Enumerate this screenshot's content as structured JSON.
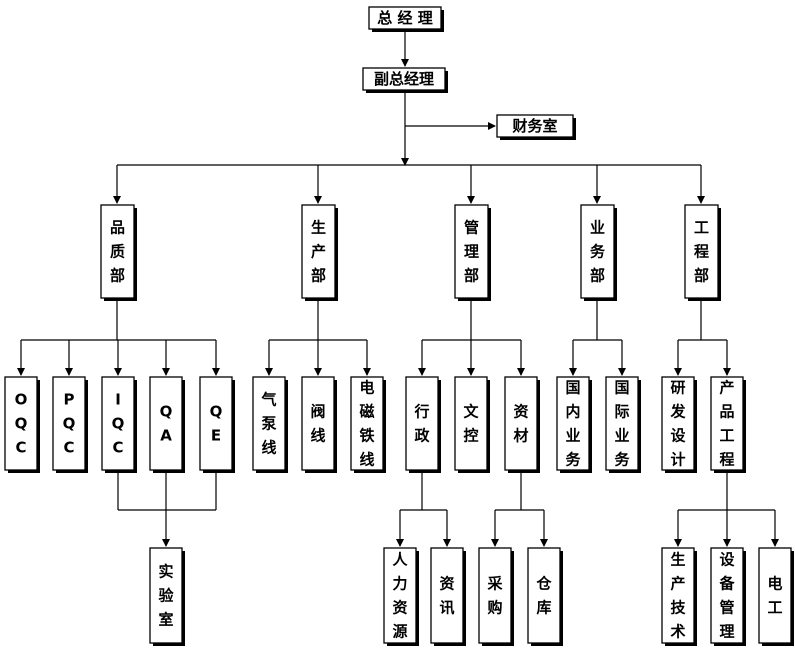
{
  "org_chart": {
    "gm": "总 经 理",
    "deputy_gm": "副总经理",
    "finance": "财务室",
    "departments": {
      "quality": "品质部",
      "production": "生产部",
      "management": "管理部",
      "business": "业务部",
      "engineering": "工程部"
    },
    "quality_units": {
      "oqc": "OQC",
      "pqc": "PQC",
      "iqc": "IQC",
      "qa": "QA",
      "qe": "QE",
      "lab": "实验室"
    },
    "production_units": {
      "pneumatic_pump": "气泵线",
      "valve": "阀线",
      "solenoid": "电磁铁线"
    },
    "management_units": {
      "admin": "行政",
      "doc_control": "文控",
      "materials": "资材",
      "hr": "人力资源",
      "info": "资讯",
      "purchasing": "采购",
      "warehouse": "仓库"
    },
    "business_units": {
      "domestic": "国内业务",
      "international": "国际业务"
    },
    "engineering_units": {
      "rd": "研发设计",
      "product_eng": "产品工程",
      "prod_tech": "生产技术",
      "equip_mgmt": "设备管理",
      "electrician": "电工"
    }
  }
}
